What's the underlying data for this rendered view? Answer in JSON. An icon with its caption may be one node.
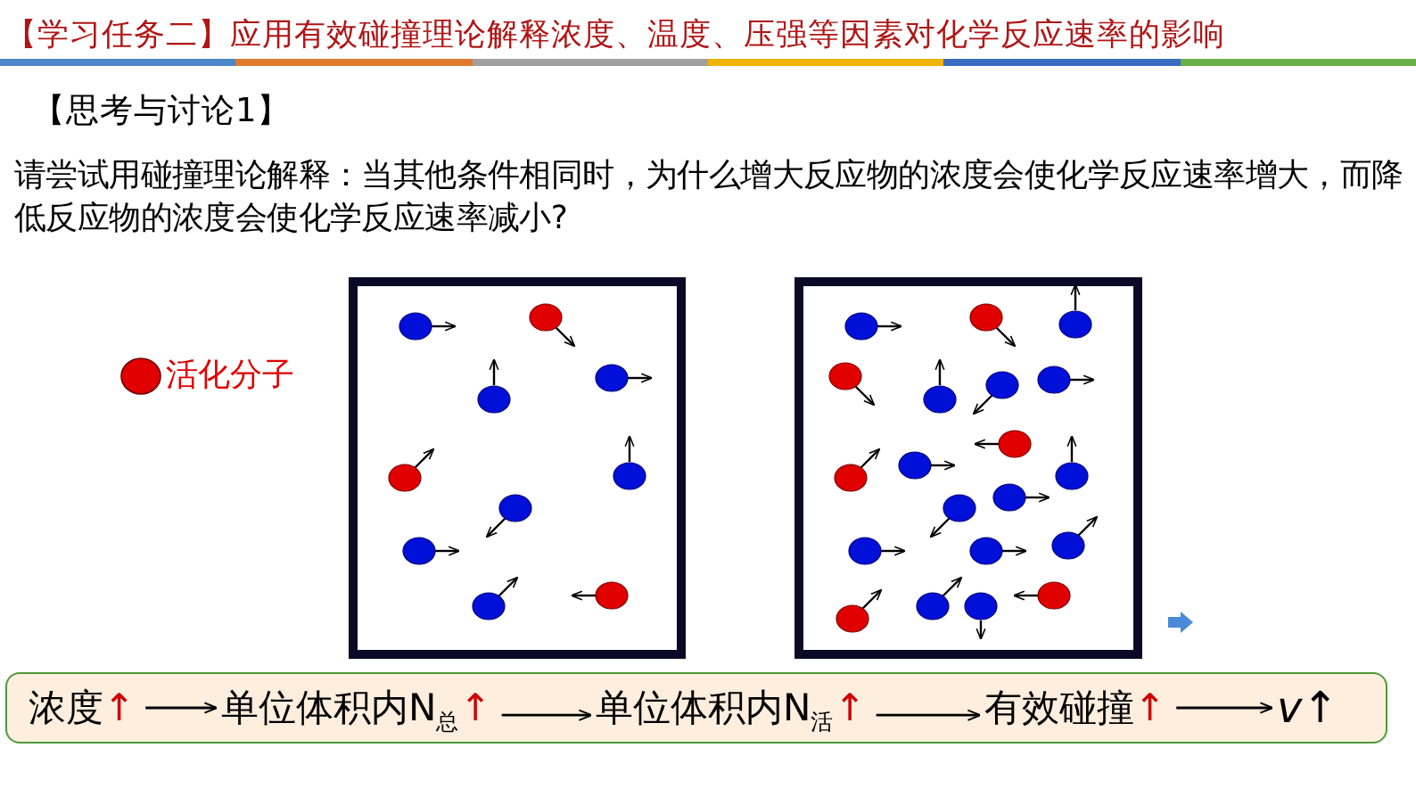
{
  "diagram": {
    "title": "【学习任务二】应用有效碰撞理论解释浓度、温度、压强等因素对化学反应速率的影响",
    "nodes": [
      {
        "text": [],
        "shape": "box"
      },
      {
        "text": [
          "浓度↑"
        ],
        "in": 0
      },
      {
        "text": [
          "单位体积内N$_{总}$↑"
        ],
        "in": 0
      },
      {
        "text": [
          "单位体积内N$_{活}$↑"
        ],
        "in": 0
      },
      {
        "text": [
          "有效碰撞↑"
        ],
        "in": 0
      },
      {
        "text": [
          "*v*↑"
        ],
        "in": 0
      }
    ],
    "edges": [
      {
        "from": 1,
        "to": 2,
        "arrow": "to"
      },
      {
        "from": 2,
        "to": 3,
        "arrow": "to"
      },
      {
        "from": 3,
        "to": 4,
        "arrow": "to"
      },
      {
        "from": 4,
        "to": 5,
        "arrow": "to"
      }
    ],
    "labels": [
      "【思考与讨论1】",
      "请尝试用碰撞理论解释：当其他条件相同时，为什么增大反应物的浓度会使化学反应速率增大，而降低反应物的浓度会使化学反应速率减小?"
    ],
    "legend": [
      {
        "text": "活化分子",
        "color": "#e00000"
      }
    ]
  }
}
